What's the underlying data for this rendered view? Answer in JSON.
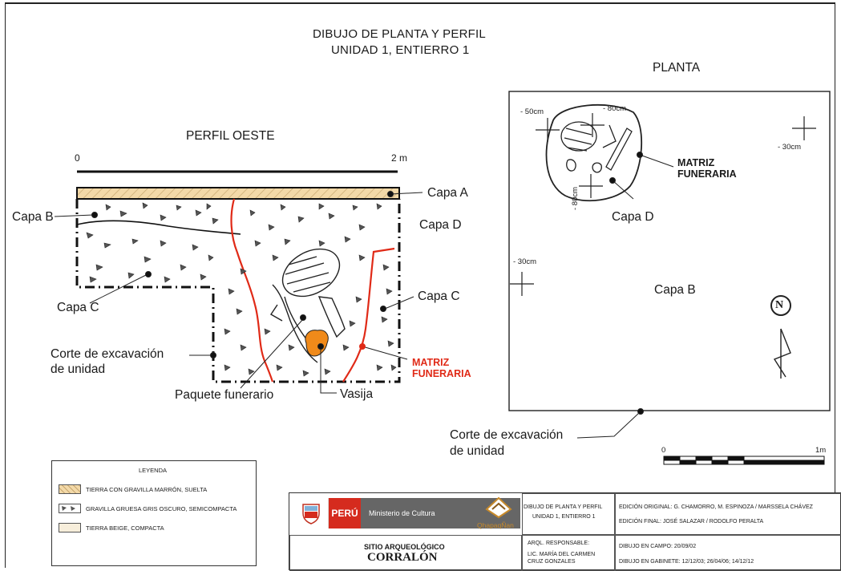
{
  "title": {
    "line1": "DIBUJO DE PLANTA Y PERFIL",
    "line2": "UNIDAD 1, ENTIERRO 1"
  },
  "perfil": {
    "heading": "PERFIL OESTE",
    "scale_start": "0",
    "scale_end": "2 m",
    "labels": {
      "capa_a": "Capa A",
      "capa_b": "Capa B",
      "capa_c_left": "Capa C",
      "capa_c_right": "Capa C",
      "capa_d": "Capa D",
      "corte_1": "Corte de excavación",
      "corte_2": "de unidad",
      "matriz_1": "MATRIZ",
      "matriz_2": "FUNERARIA",
      "paquete": "Paquete funerario",
      "vasija": "Vasija"
    }
  },
  "planta": {
    "heading": "PLANTA",
    "depths": {
      "d1": "- 50cm",
      "d2": "- 80cm",
      "d3": "- 30cm",
      "d4": "- 80cm",
      "d5": "- 30cm"
    },
    "labels": {
      "matriz_1": "MATRIZ",
      "matriz_2": "FUNERARIA",
      "capa_d": "Capa D",
      "capa_b": "Capa B",
      "north": "N",
      "corte_1": "Corte de excavación",
      "corte_2": "de unidad"
    },
    "scale_start": "0",
    "scale_end": "1m"
  },
  "legend": {
    "title": "LEYENDA",
    "items": [
      {
        "label": "TIERRA CON GRAVILLA MARRÓN, SUELTA",
        "color": "#f3d9a8"
      },
      {
        "label": "GRAVILLA GRUESA GRIS OSCURO, SEMICOMPACTA",
        "color": "#ffffff"
      },
      {
        "label": "TIERRA BEIGE, COMPACTA",
        "color": "#f7eedb"
      }
    ]
  },
  "titleblock": {
    "peru": "PERÚ",
    "ministerio": "Ministerio de Cultura",
    "qhapaq": "QhapaqÑan",
    "sitio_label": "SITIO ARQUEOLÓGICO",
    "sitio_name": "CORRALÓN",
    "dibujo_1": "DIBUJO DE PLANTA Y PERFIL",
    "dibujo_2": "UNIDAD 1, ENTIERRO 1",
    "arql_1": "ARQL. RESPONSABLE:",
    "arql_2": "LIC. MARÍA DEL CARMEN",
    "arql_3": "CRUZ GONZALES",
    "edicion_original": "EDICIÓN ORIGINAL: G. CHAMORRO, M. ESPINOZA / MARSSELA CHÁVEZ",
    "edicion_final": "EDICIÓN FINAL: JOSÉ SALAZAR / RODOLFO PERALTA",
    "dibujo_campo": "DIBUJO EN CAMPO: 20/09/02",
    "dibujo_gabinete": "DIBUJO EN GABINETE: 12/12/03; 26/04/06; 14/12/12"
  },
  "colors": {
    "matriz": "#e02a17",
    "vasija": "#f08a1a",
    "capa_a": "#f3d9a8"
  }
}
